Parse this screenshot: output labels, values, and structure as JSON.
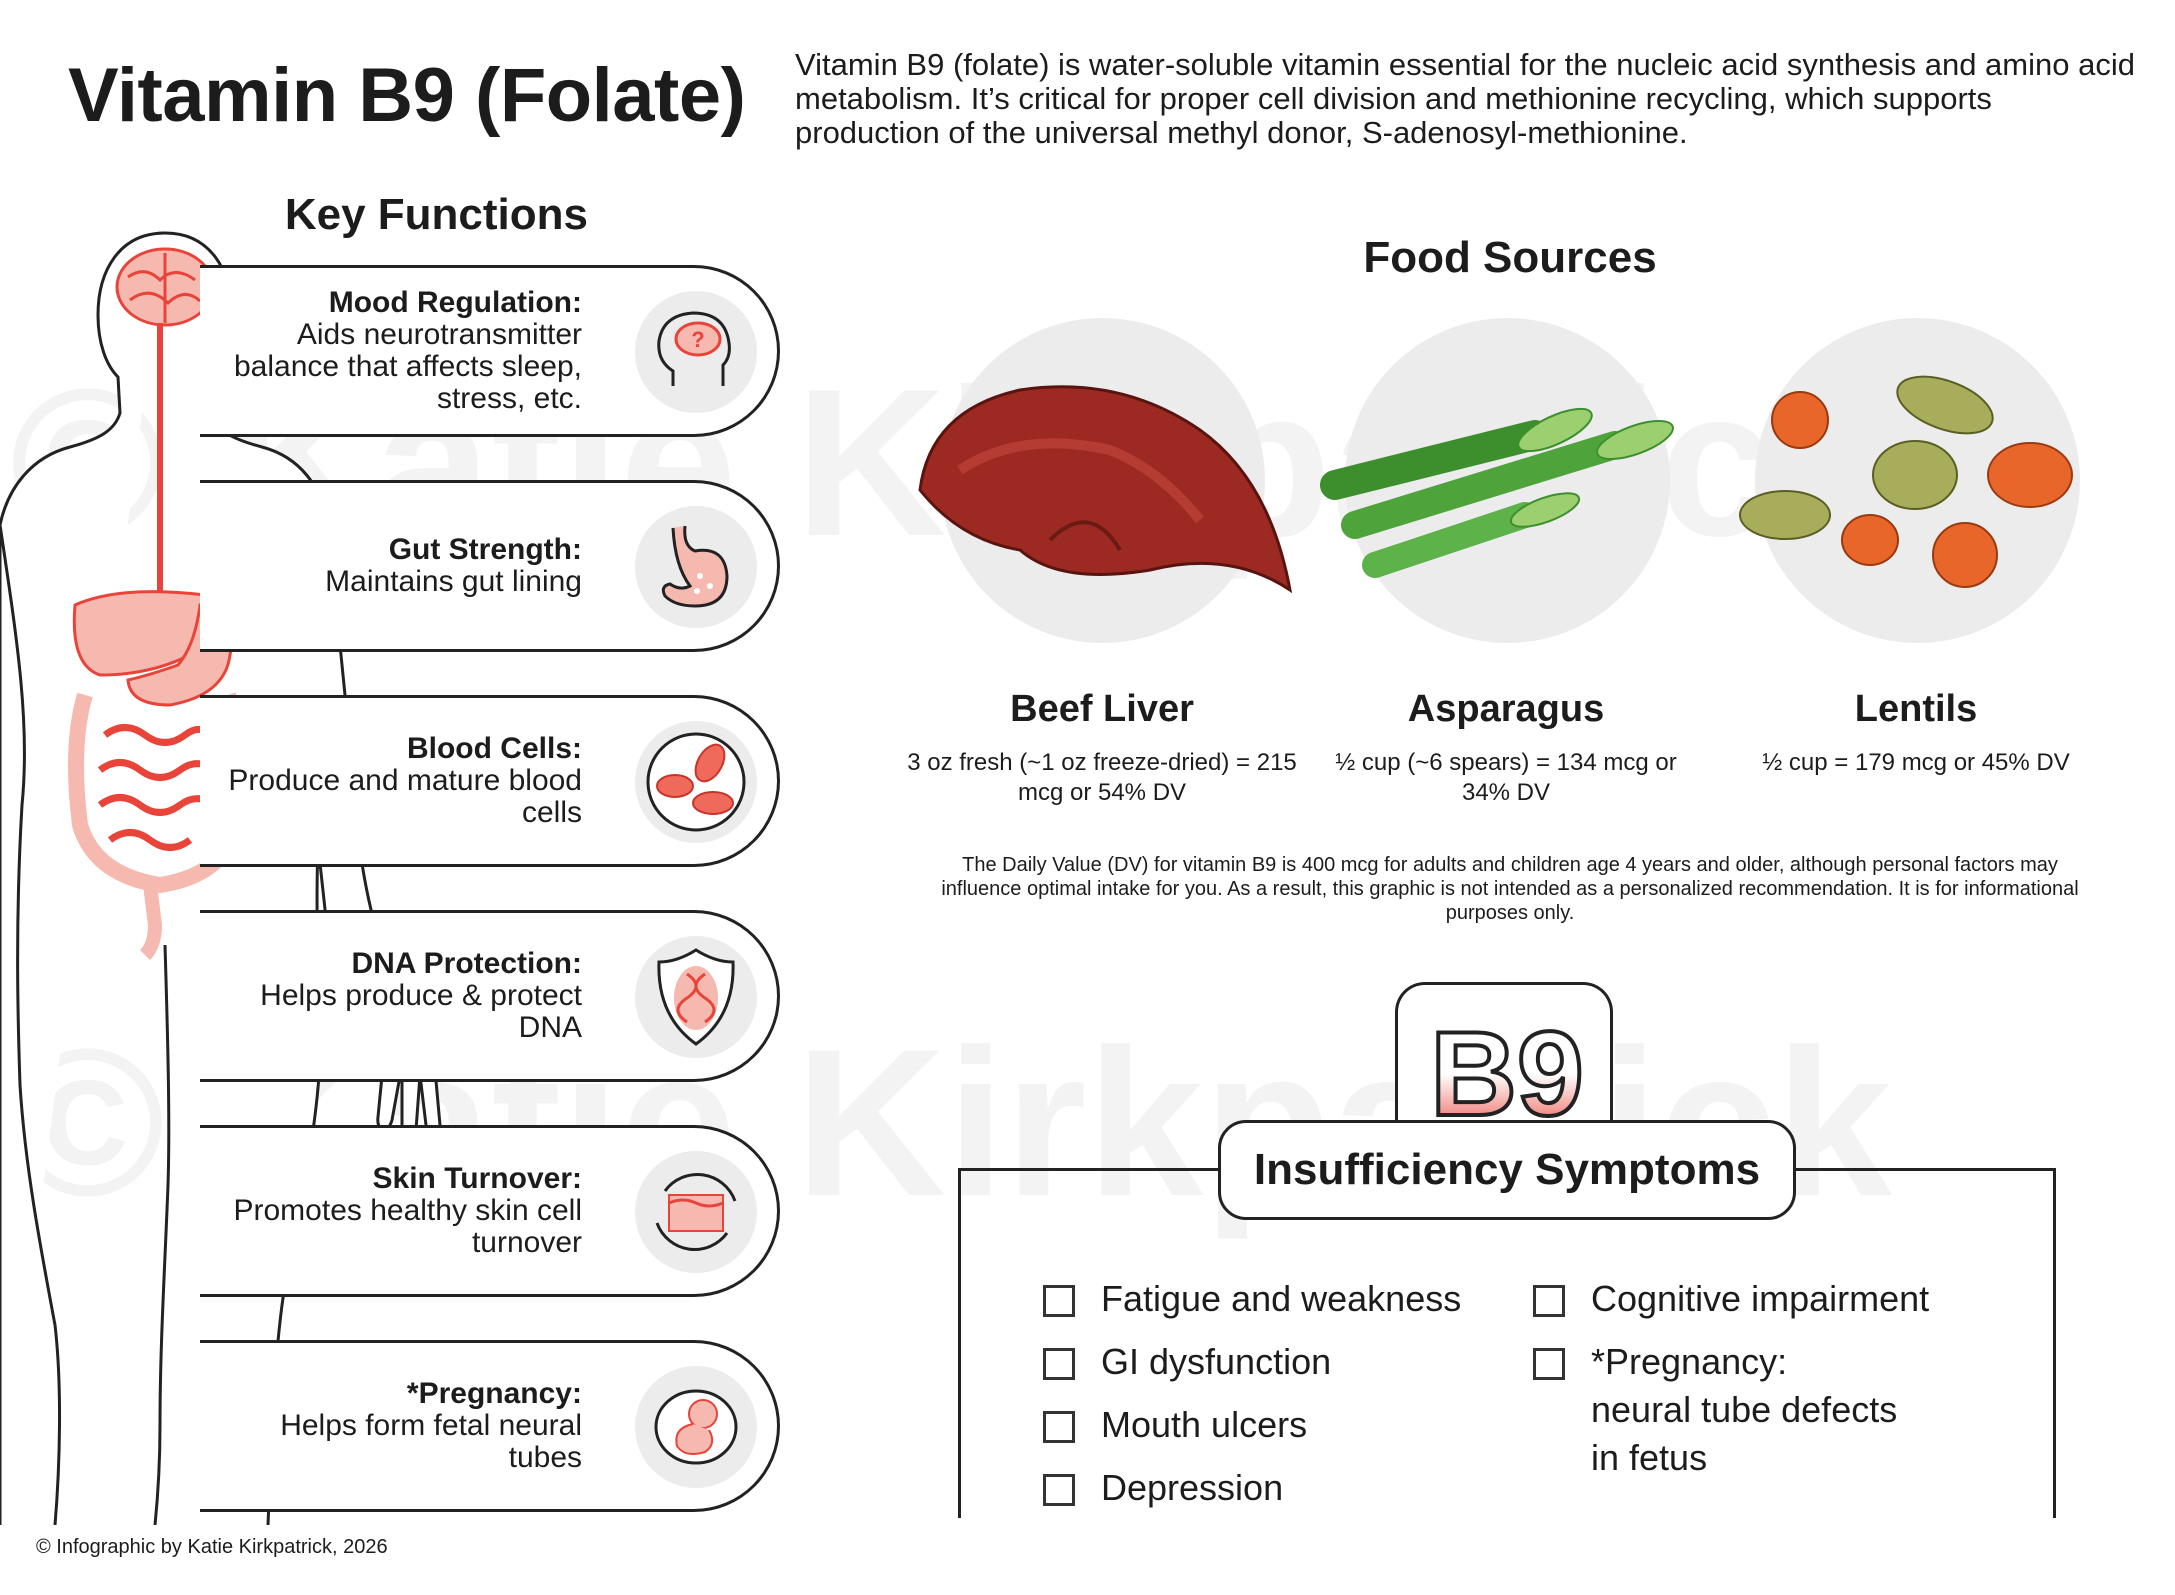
{
  "title": "Vitamin B9 (Folate)",
  "intro": "Vitamin B9 (folate) is water-soluble vitamin essential for the nucleic acid synthesis and amino acid metabolism. It’s critical for proper cell division and methionine recycling, which supports production of the universal methyl donor, S-adenosyl-methionine.",
  "watermark": "© Katie Kirkpatrick",
  "key_functions": {
    "heading": "Key Functions",
    "items": [
      {
        "title": "Mood Regulation:",
        "desc": "Aids neurotransmitter balance that affects sleep, stress, etc.",
        "icon": "head-brain-question-icon"
      },
      {
        "title": "Gut Strength:",
        "desc": "Maintains gut lining",
        "icon": "stomach-icon"
      },
      {
        "title": "Blood Cells:",
        "desc": "Produce and mature blood cells",
        "icon": "red-blood-cells-icon"
      },
      {
        "title": "DNA Protection:",
        "desc": "Helps produce & protect DNA",
        "icon": "dna-shield-icon"
      },
      {
        "title": "Skin Turnover:",
        "desc": "Promotes healthy skin cell turnover",
        "icon": "skin-renewal-icon"
      },
      {
        "title": "*Pregnancy:",
        "desc": "Helps form fetal neural tubes",
        "icon": "fetus-icon"
      }
    ]
  },
  "food_sources": {
    "heading": "Food Sources",
    "items": [
      {
        "name": "Beef Liver",
        "desc": "3 oz fresh (~1 oz freeze-dried) = 215 mcg or 54% DV",
        "icon": "beef-liver-icon"
      },
      {
        "name": "Asparagus",
        "desc": "½ cup (~6 spears) = 134 mcg or 34% DV",
        "icon": "asparagus-icon"
      },
      {
        "name": "Lentils",
        "desc": "½ cup = 179 mcg or 45% DV",
        "icon": "lentils-icon"
      }
    ],
    "disclaimer": "The Daily Value (DV) for vitamin B9 is 400 mcg for adults and children age 4 years and older, although personal factors may influence optimal intake for you. As a result, this graphic is not intended as a personalized recommendation. It is for informational purposes only."
  },
  "symptoms": {
    "badge": "B9",
    "heading": "Insufficiency Symptoms",
    "left": [
      "Fatigue and weakness",
      "GI dysfunction",
      "Mouth ulcers",
      "Depression"
    ],
    "right": [
      "Cognitive impairment",
      "*Pregnancy:",
      "neural tube defects",
      "in fetus"
    ]
  },
  "credit": "© Infographic by Katie Kirkpatrick, 2026",
  "colors": {
    "accent": "#e8443a",
    "organ_light": "#f6b9b0",
    "icon_bg": "#ececec",
    "outline": "#222222"
  }
}
